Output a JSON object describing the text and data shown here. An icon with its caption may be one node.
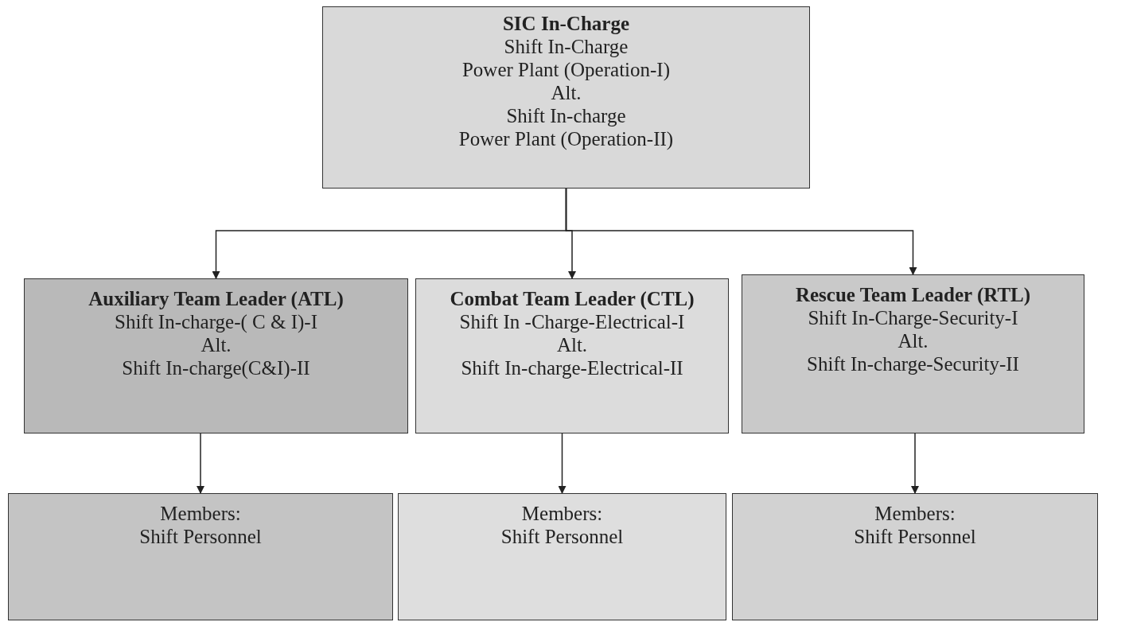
{
  "diagram": {
    "nodes": [
      {
        "text": [
          "SIC In-Charge",
          "Shift In-Charge",
          "Power Plant (Operation-I)",
          "Alt.",
          "Shift In-charge",
          "Power Plant (Operation-II)"
        ]
      },
      {
        "text": [
          "Auxiliary Team Leader (ATL)",
          "Shift In-charge-( C & I)-I",
          "Alt.",
          "Shift In-charge(C&I)-II"
        ]
      },
      {
        "text": [
          "Combat Team Leader (CTL)",
          "Shift In -Charge-Electrical-I",
          "Alt.",
          "Shift In-charge-Electrical-II"
        ]
      },
      {
        "text": [
          "Rescue Team Leader (RTL)",
          "Shift In-Charge-Security-I",
          "Alt.",
          "Shift In-charge-Security-II"
        ]
      },
      {
        "text": [
          "Members:",
          "Shift Personnel"
        ]
      },
      {
        "text": [
          "Members:",
          "Shift Personnel"
        ]
      },
      {
        "text": [
          "Members:",
          "Shift Personnel"
        ]
      }
    ],
    "edges": [
      {
        "from": 0,
        "to": 1,
        "arrow": "to"
      },
      {
        "from": 0,
        "to": 2,
        "arrow": "to"
      },
      {
        "from": 0,
        "to": 3,
        "arrow": "to"
      },
      {
        "from": 1,
        "to": 4,
        "arrow": "to"
      },
      {
        "from": 2,
        "to": 5,
        "arrow": "to"
      },
      {
        "from": 3,
        "to": 6,
        "arrow": "to"
      }
    ]
  }
}
